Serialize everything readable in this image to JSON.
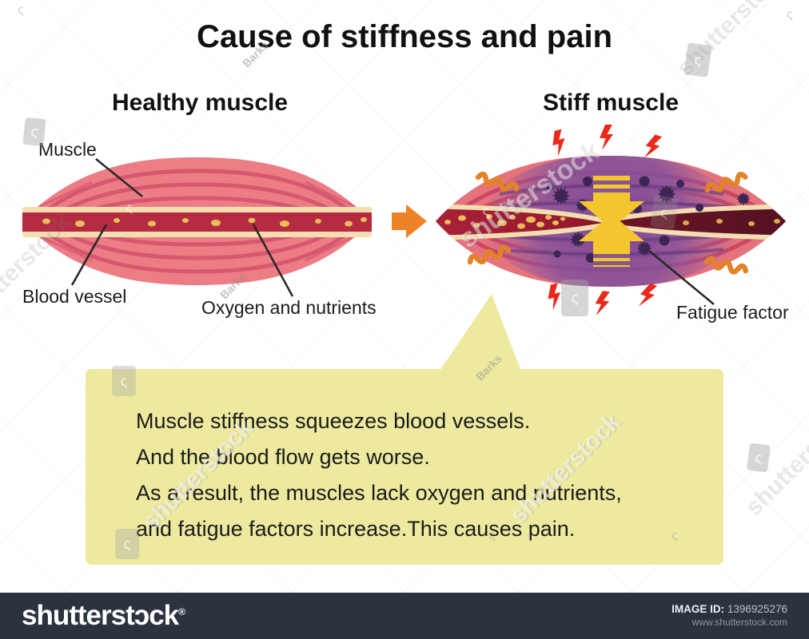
{
  "title": "Cause of stiffness and pain",
  "left_panel": {
    "heading": "Healthy muscle",
    "labels": {
      "muscle": "Muscle",
      "blood_vessel": "Blood vessel",
      "oxygen": "Oxygen and nutrients"
    }
  },
  "right_panel": {
    "heading": "Stiff muscle",
    "labels": {
      "fatigue": "Fatigue factor"
    }
  },
  "callout": {
    "lines": [
      "Muscle stiffness squeezes blood vessels.",
      "And the blood flow gets worse.",
      "As a result, the muscles lack oxygen and nutrients,",
      "and fatigue factors increase.This causes pain."
    ]
  },
  "watermark": {
    "brand": "shutterstock",
    "credit": "Barks",
    "curl": "ς"
  },
  "footer": {
    "logo_prefix": "shutterst",
    "logo_o": "ɔ",
    "logo_suffix": "ck",
    "reg": "®",
    "image_id_label": "IMAGE ID:",
    "image_id": "1396925276",
    "url": "www.shutterstock.com"
  },
  "colors": {
    "muscle_pink": "#ec7d85",
    "muscle_stripe": "#d6576e",
    "vessel_blood": "#b52b42",
    "vessel_wall": "#f2deb0",
    "nutrient_yellow": "#e8bd5a",
    "stiff_purple": "#7b4895",
    "fatigue_dot": "#3d2553",
    "squeeze_arrow_yellow": "#f3c52f",
    "pain_red": "#e8291c",
    "spasm_orange": "#e2832a",
    "transition_orange": "#ee8227",
    "callout_bg": "#edea9f",
    "footer_bg": "#2a333e"
  }
}
